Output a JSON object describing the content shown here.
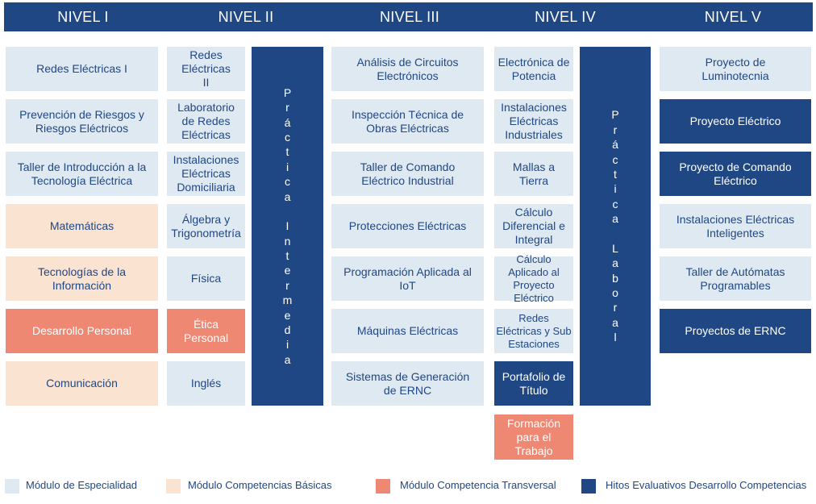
{
  "header": {
    "levels": [
      "NIVEL I",
      "NIVEL  II",
      "NIVEL III",
      "NIVEL IV",
      "NIVEL V"
    ]
  },
  "columns": {
    "nivel1": [
      "Redes Eléctricas I",
      "Prevención de Riesgos y Riesgos Eléctricos",
      "Taller de Introducción a la Tecnología Eléctrica",
      "Matemáticas",
      "Tecnologías de la Información",
      "Desarrollo Personal",
      "Comunicación"
    ],
    "nivel2": [
      "Redes Eléctricas II",
      "Laboratorio de Redes Eléctricas",
      "Instalaciones Eléctricas Domiciliaria",
      "Álgebra y Trigonometría",
      "Física",
      "Ética Personal",
      "Inglés"
    ],
    "practica_intermedia": "Práctica Intermedia",
    "nivel3": [
      "Análisis de Circuitos Electrónicos",
      "Inspección Técnica de Obras Eléctricas",
      "Taller de Comando Eléctrico Industrial",
      "Protecciones Eléctricas",
      "Programación Aplicada al IoT",
      "Máquinas Eléctricas",
      "Sistemas de Generación de ERNC"
    ],
    "nivel4": [
      "Electrónica de Potencia",
      "Instalaciones Eléctricas Industriales",
      "Mallas a Tierra",
      "Cálculo Diferencial e Integral",
      "Cálculo Aplicado al Proyecto Eléctrico",
      "Redes Eléctricas y Sub Estaciones",
      "Portafolio de Título",
      "Formación para el Trabajo"
    ],
    "practica_laboral": "Práctica Laboral",
    "nivel5": [
      "Proyecto de Luminotecnia",
      "Proyecto Eléctrico",
      "Proyecto de Comando Eléctrico",
      "Instalaciones Eléctricas Inteligentes",
      "Taller de Autómatas Programables",
      "Proyectos de ERNC"
    ]
  },
  "legend": [
    {
      "label": "Módulo de Especialidad",
      "color": "#dfe9f2"
    },
    {
      "label": "Módulo Competencias Básicas",
      "color": "#fbe3d2"
    },
    {
      "label": "Módulo Competencia Transversal",
      "color": "#ee8873"
    },
    {
      "label": "Hitos Evaluativos Desarrollo Competencias",
      "color": "#1f4784"
    }
  ]
}
